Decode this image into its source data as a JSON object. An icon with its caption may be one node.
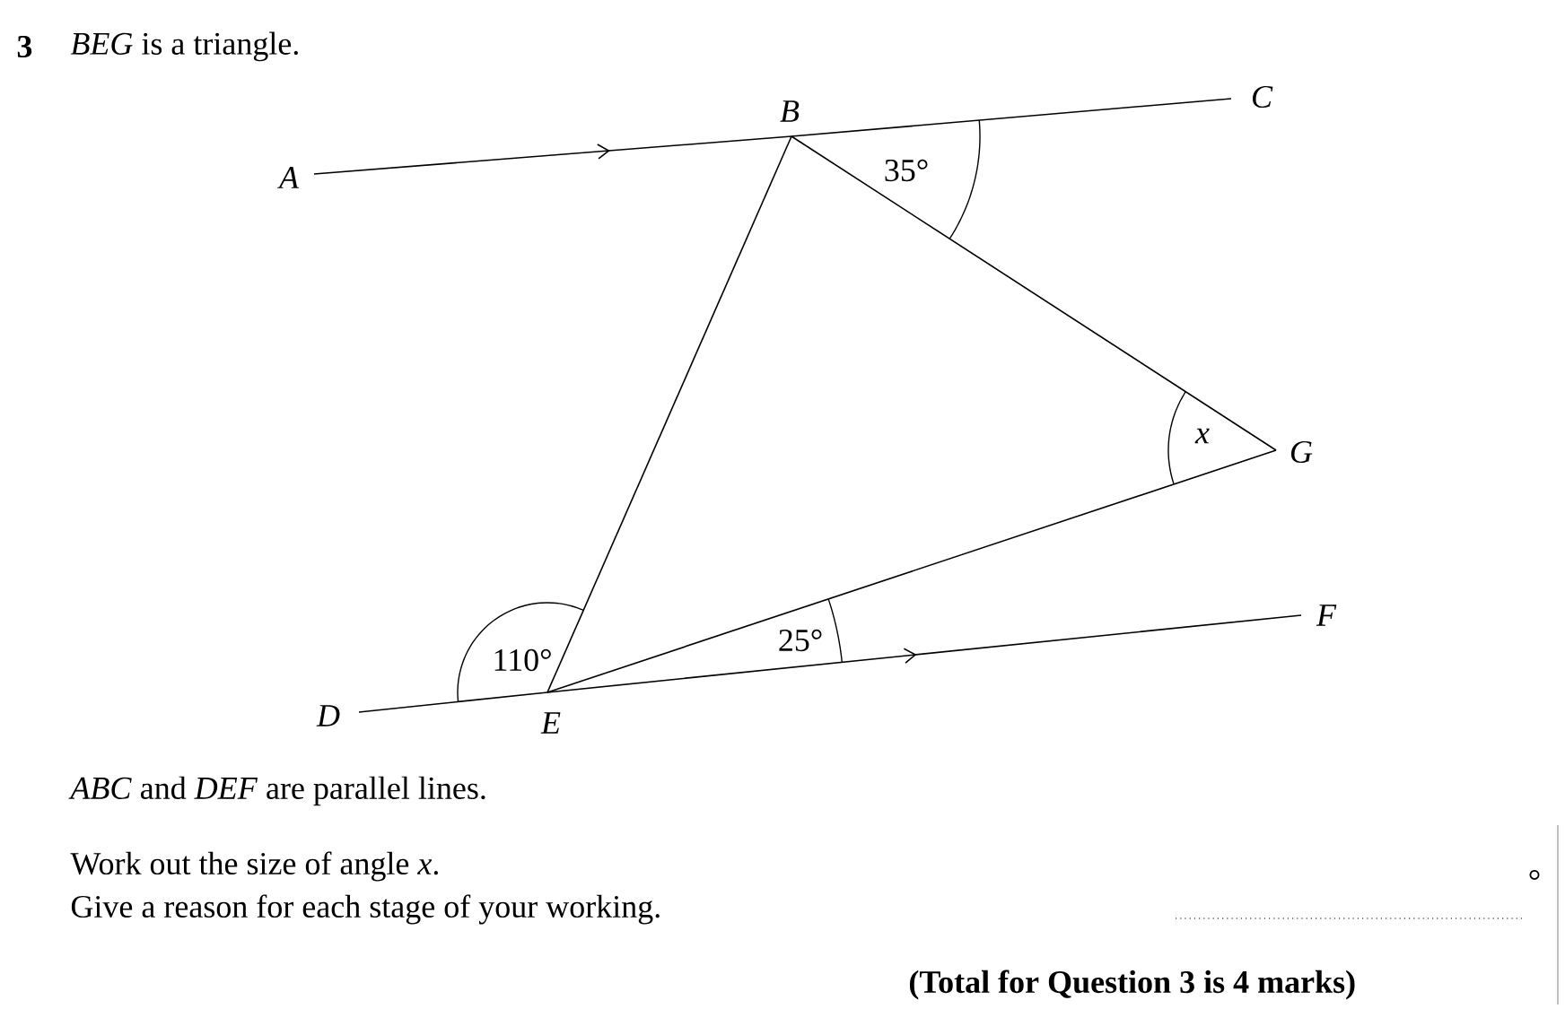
{
  "diagram": {
    "nodes": [
      {
        "text": [
          "A"
        ]
      },
      {
        "text": [
          "B"
        ]
      },
      {
        "text": [
          "C"
        ]
      },
      {
        "text": [
          "D"
        ]
      },
      {
        "text": [
          "E"
        ]
      },
      {
        "text": [
          "F"
        ]
      },
      {
        "text": [
          "G"
        ]
      }
    ],
    "edges": [
      {
        "from": 0,
        "to": 1,
        "arrow": "to"
      },
      {
        "from": 1,
        "to": 2,
        "arrow": "none"
      },
      {
        "from": 3,
        "to": 4,
        "arrow": "none"
      },
      {
        "from": 4,
        "to": 5,
        "arrow": "to"
      },
      {
        "from": 1,
        "to": 4,
        "arrow": "none"
      },
      {
        "from": 1,
        "to": 6,
        "arrow": "none"
      },
      {
        "from": 4,
        "to": 6,
        "arrow": "none"
      }
    ],
    "labels": [
      "3",
      "*BEG* is a triangle.",
      "35°",
      "x",
      "110°",
      "25°",
      "*ABC* and *DEF* are parallel lines.",
      "Work out the size of angle *x*.",
      "Give a reason for each stage of your working.",
      "°",
      "(Total for Question 3 is 4 marks)"
    ]
  }
}
